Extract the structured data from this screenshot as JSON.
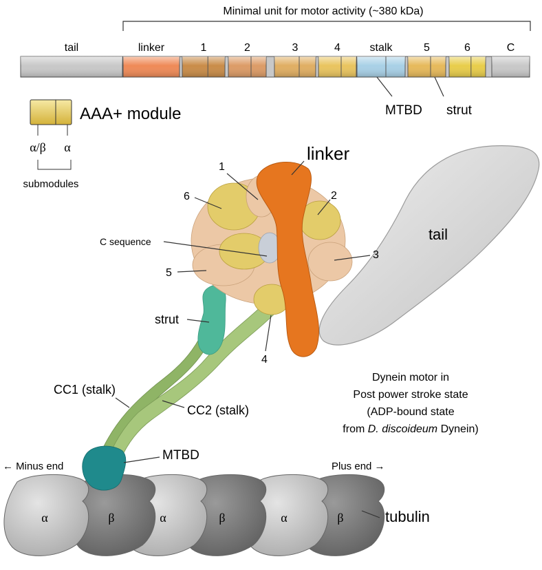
{
  "top_bracket_label": "Minimal unit for motor activity (~380 kDa)",
  "domain_bar": {
    "segments": [
      {
        "label": "tail",
        "color": "#c8c8c8"
      },
      {
        "label": "linker",
        "color": "#ef8a57"
      },
      {
        "label": "1",
        "color": "#c98c48"
      },
      {
        "label": "2",
        "color": "#dc9b66"
      },
      {
        "label": "3",
        "color": "#e0ae62"
      },
      {
        "label": "4",
        "color": "#e9c45e"
      },
      {
        "label": "stalk",
        "color": "#a8d0e6"
      },
      {
        "label": "5",
        "color": "#e6b95a"
      },
      {
        "label": "6",
        "color": "#e8cd4a"
      },
      {
        "label": "C",
        "color": "#c8c8c8"
      }
    ],
    "callouts": {
      "mtbd": "MTBD",
      "strut": "strut"
    }
  },
  "legend": {
    "title": "AAA+ module",
    "left_sub": "α/β",
    "right_sub": "α",
    "caption": "submodules",
    "color": "#e8c94e"
  },
  "structure": {
    "linker": "linker",
    "tail": "tail",
    "c_sequence": "C sequence",
    "aaa_labels": [
      "1",
      "2",
      "3",
      "4",
      "5",
      "6"
    ],
    "strut": "strut",
    "cc1": "CC1 (stalk)",
    "cc2": "CC2 (stalk)",
    "mtbd": "MTBD",
    "colors": {
      "linker": "#e6761f",
      "aaa_yellow": "#e3cc6a",
      "aaa_tan": "#ecc8a6",
      "c_sequence": "#c9cfd8",
      "strut": "#4fb89a",
      "stalk": "#93b86d",
      "mtbd": "#1f8a8c",
      "tail": "#d6d6d6"
    }
  },
  "description": {
    "line1": "Dynein motor in",
    "line2": "Post power stroke state",
    "line3": "(ADP-bound state",
    "line4_prefix": "from ",
    "line4_italic": "D. discoideum",
    "line4_suffix": " Dynein)"
  },
  "microtubule": {
    "minus_end": "← Minus end",
    "plus_end": "Plus end →",
    "subunits": [
      "α",
      "β",
      "α",
      "β",
      "α",
      "β"
    ],
    "label": "tubulin"
  }
}
